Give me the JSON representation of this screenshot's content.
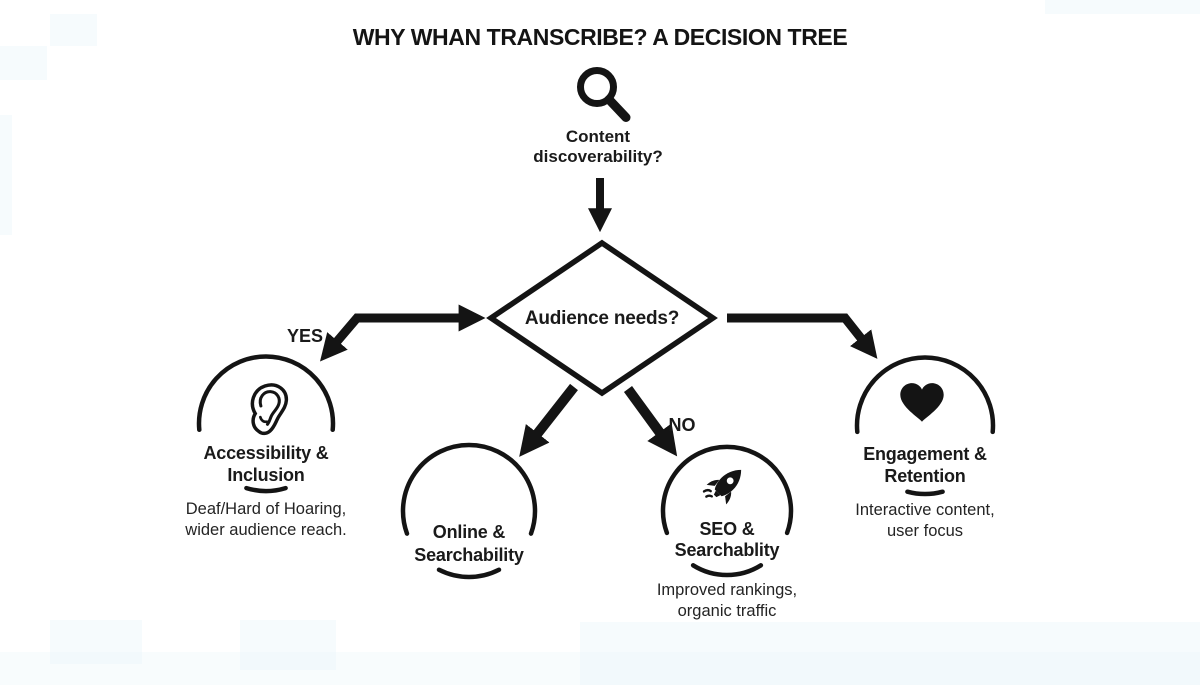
{
  "title": "WHY WHAN TRANSCRIBE? A DECISION TREE",
  "root": {
    "icon": "magnifier-icon",
    "line1": "Content",
    "line2": "discoverability?"
  },
  "decision": {
    "label": "Audience needs?"
  },
  "labels": {
    "yes": "YES",
    "no": "NO"
  },
  "nodes": [
    {
      "id": "accessibility-inclusion",
      "icon": "ear-icon",
      "title1": "Accessibility &",
      "title2": "Inclusion",
      "desc1": "Deaf/Hard of Hoaring,",
      "desc2": "wider audience reach."
    },
    {
      "id": "online-searchability",
      "icon": "none",
      "title1": "Online &",
      "title2": "Searchability"
    },
    {
      "id": "seo-searchability",
      "icon": "rocket-icon",
      "title1": "SEO &",
      "title2": "Searchablity",
      "desc1": "Improved rankings,",
      "desc2": "organic traffic"
    },
    {
      "id": "engagement-retention",
      "icon": "heart-icon",
      "title1": "Engagement &",
      "title2": "Retention",
      "desc1": "Interactive content,",
      "desc2": "user focus"
    }
  ],
  "colors": {
    "ink": "#141414",
    "background": "#ffffff",
    "artifact_tint": "#eef8fb"
  }
}
